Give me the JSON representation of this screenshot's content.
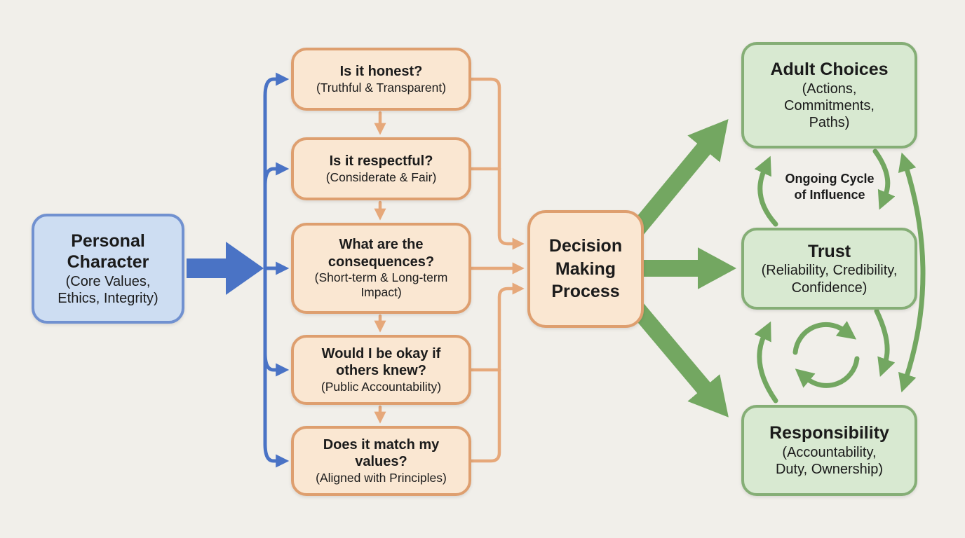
{
  "colors": {
    "background": "#f1efea",
    "text": "#1b1b1b",
    "blue_fill": "#cdddf2",
    "blue_border": "#7191d0",
    "blue_arrow": "#4a73c5",
    "orange_fill": "#fae7d2",
    "orange_border": "#de9f6f",
    "orange_line": "#e6a87a",
    "green_fill": "#d8e9d1",
    "green_border": "#85ae76",
    "green_arrow": "#73a761"
  },
  "nodes": {
    "personal": {
      "title": "Personal\nCharacter",
      "subtitle": "(Core Values,\nEthics, Integrity)"
    },
    "questions": [
      {
        "title": "Is it honest?",
        "subtitle": "(Truthful & Transparent)"
      },
      {
        "title": "Is it respectful?",
        "subtitle": "(Considerate & Fair)"
      },
      {
        "title": "What are the\nconsequences?",
        "subtitle": "(Short-term & Long-term\nImpact)"
      },
      {
        "title": "Would I be okay if\nothers knew?",
        "subtitle": "(Public Accountability)"
      },
      {
        "title": "Does it match my\nvalues?",
        "subtitle": "(Aligned with Principles)"
      }
    ],
    "decision": {
      "title": "Decision\nMaking\nProcess"
    },
    "outcomes": [
      {
        "title": "Adult Choices",
        "subtitle": "(Actions,\nCommitments,\nPaths)"
      },
      {
        "title": "Trust",
        "subtitle": "(Reliability, Credibility,\nConfidence)"
      },
      {
        "title": "Responsibility",
        "subtitle": "(Accountability,\nDuty, Ownership)"
      }
    ],
    "cycle_label": "Ongoing Cycle\nof Influence"
  }
}
